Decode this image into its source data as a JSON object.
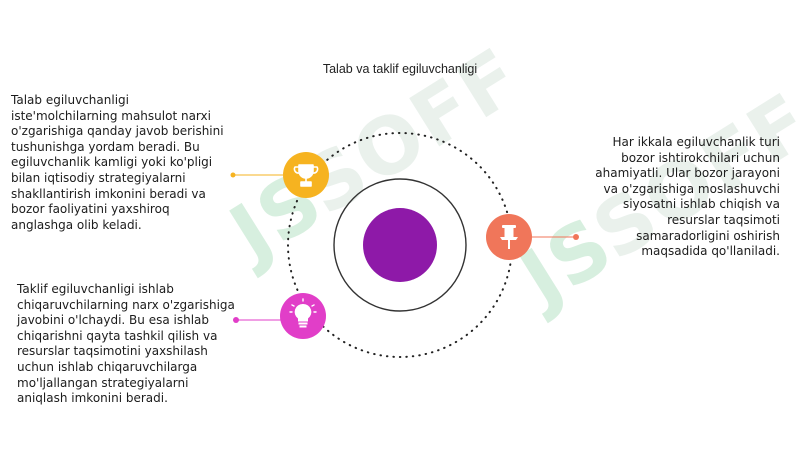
{
  "title": "Talab va taklif egiluvchanligi",
  "colors": {
    "center": "#8e19a8",
    "demand": "#f6b320",
    "supply": "#e13ec8",
    "both": "#f0765a",
    "orbit": "#222222"
  },
  "nodes": [
    {
      "id": "demand",
      "icon": "trophy-icon",
      "text": "Talab egiluvchanligi iste'molchilarning mahsulot narxi o'zgarishiga qanday javob berishini tushunishga yordam beradi. Bu egiluvchanlik kamligi yoki ko'pligi bilan iqtisodiy strategiyalarni shakllantirish imkonini beradi va bozor faoliyatini yaxshiroq anglashga olib keladi."
    },
    {
      "id": "supply",
      "icon": "lightbulb-icon",
      "text": "Taklif egiluvchanligi ishlab chiqaruvchilarning narx o'zgarishiga javobini o'lchaydi. Bu esa ishlab chiqarishni qayta tashkil qilish va resurslar taqsimotini yaxshilash uchun ishlab chiqaruvchilarga mo'ljallangan strategiyalarni aniqlash imkonini beradi."
    },
    {
      "id": "both",
      "icon": "pushpin-icon",
      "text": "Har ikkala egiluvchanlik turi bozor ishtirokchilari uchun ahamiyatli. Ular bozor jarayoni va o'zgarishiga moslashuvchi siyosatni ishlab chiqish va resurslar taqsimoti samaradorligini oshirish maqsadida qo'llaniladi."
    }
  ],
  "watermark": {
    "left": "SOFF",
    "right": "SOFF"
  }
}
